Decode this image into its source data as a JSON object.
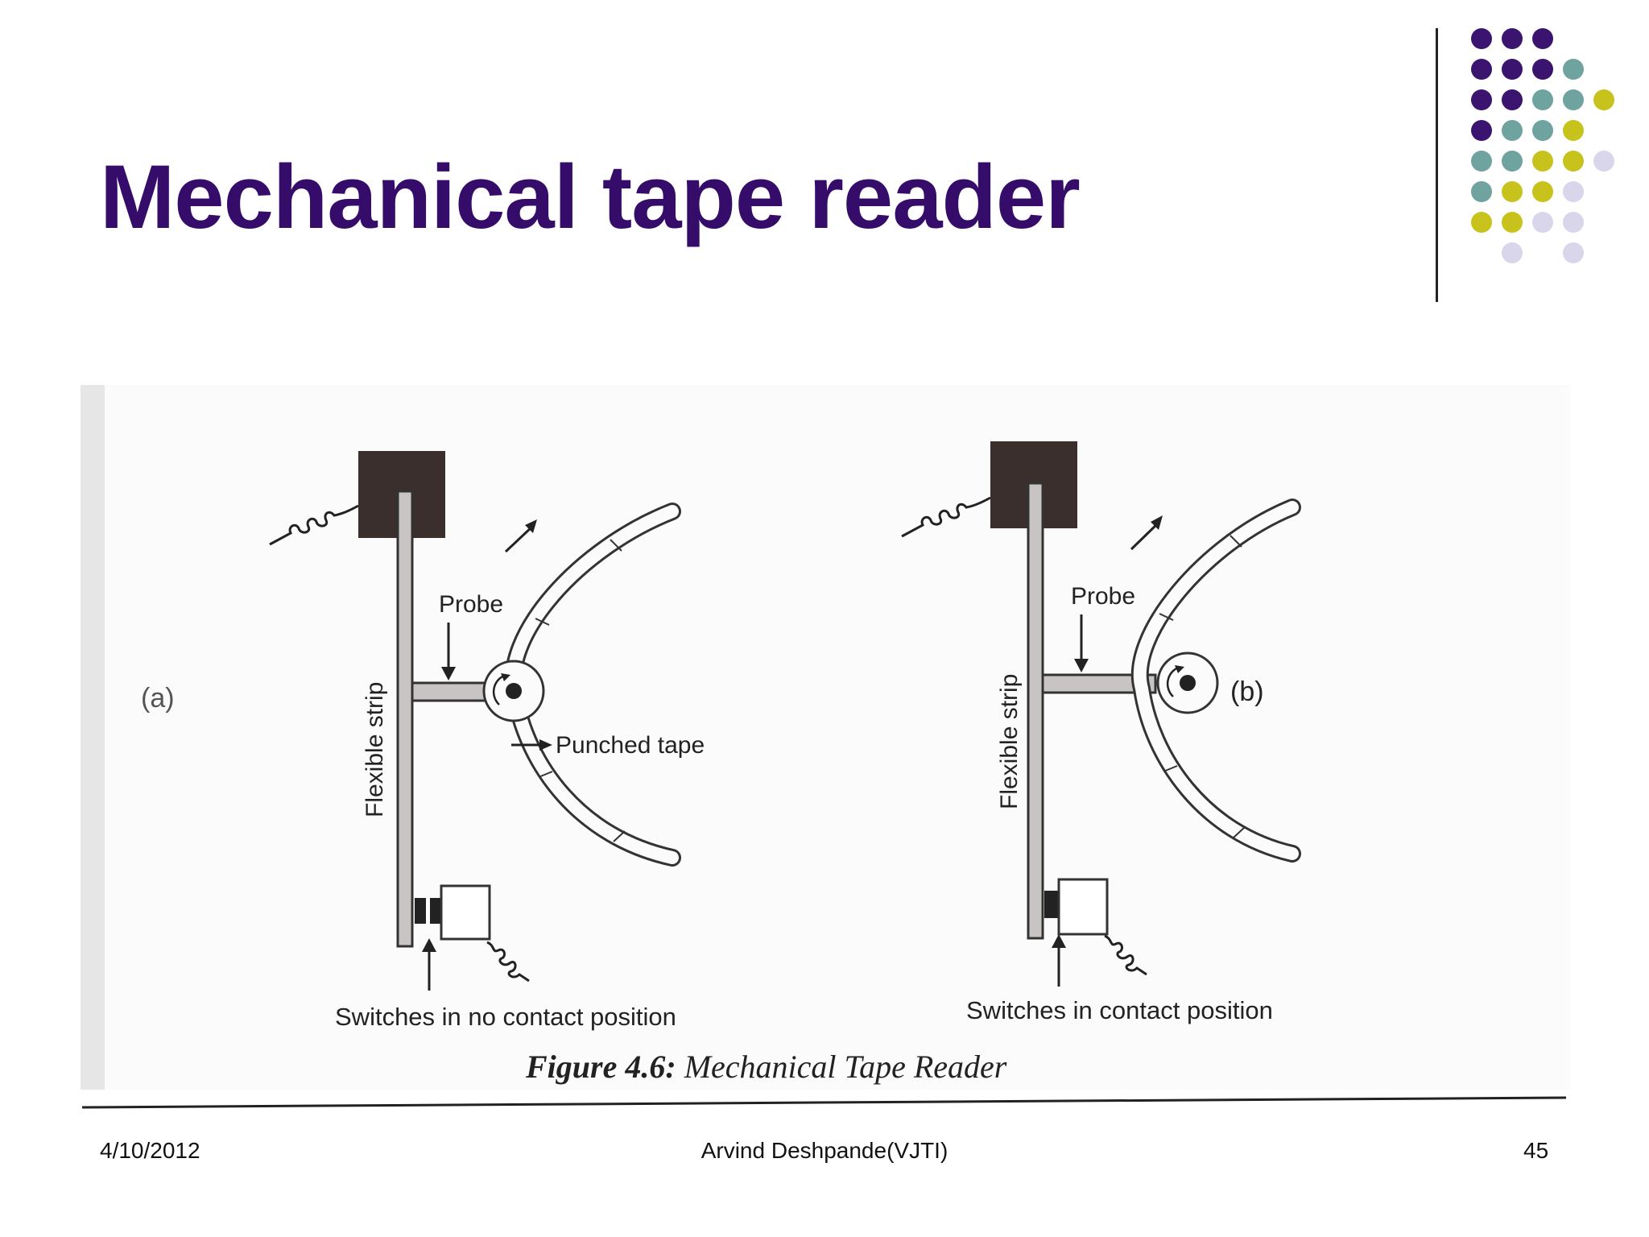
{
  "slide": {
    "title": "Mechanical tape reader",
    "accent_colors": {
      "title": "#350c6a",
      "purple": "#3b1470",
      "teal": "#6fa3a0",
      "olive": "#c7c31c",
      "lavender": "#d9d6ec"
    }
  },
  "figure": {
    "panel_a": {
      "label": "(a)",
      "probe_label": "Probe",
      "strip_label": "Flexible strip",
      "tape_label": "Punched tape",
      "switch_label": "Switches in no contact position"
    },
    "panel_b": {
      "label": "(b)",
      "probe_label": "Probe",
      "strip_label": "Flexible strip",
      "switch_label": "Switches in contact position"
    },
    "caption_bold": "Figure 4.6:",
    "caption_text": " Mechanical Tape Reader"
  },
  "footer": {
    "date": "4/10/2012",
    "author": "Arvind Deshpande(VJTI)",
    "page": "45"
  }
}
